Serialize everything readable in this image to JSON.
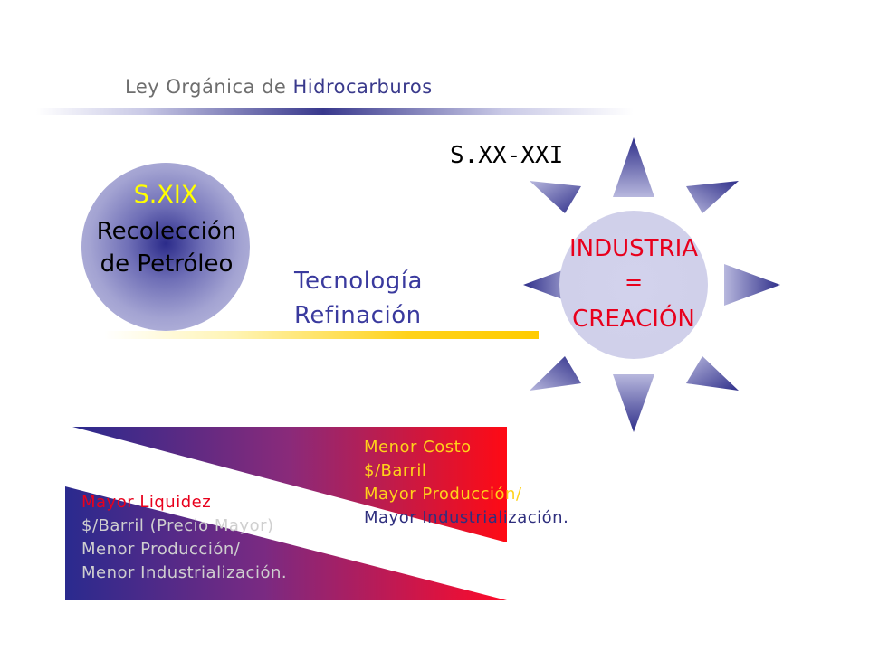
{
  "title": {
    "prefix": "Ley Orgánica de ",
    "accent": "Hidrocarburos"
  },
  "left_circle": {
    "era": "S.XIX",
    "line1": "Recolección",
    "line2": "de Petróleo"
  },
  "middle": {
    "line1": "Tecnología",
    "line2": "Refinación"
  },
  "right_sun": {
    "era": "S.XX-XXI",
    "line1": "INDUSTRIA",
    "line2": "=",
    "line3": "CREACIÓN"
  },
  "upper_triangle_text": [
    "Menor Costo",
    "$/Barril",
    "Mayor Producción/",
    "Mayor Industrialización."
  ],
  "lower_triangle_text": [
    "Mayor Liquidez",
    "$/Barril (Precio Mayor)",
    "Menor Producción/",
    "Menor Industrialización."
  ],
  "colors": {
    "blue": "#2f2f7e",
    "red": "#e8001c",
    "yellow": "#ffd21a",
    "purple": "#3a3a9e"
  }
}
